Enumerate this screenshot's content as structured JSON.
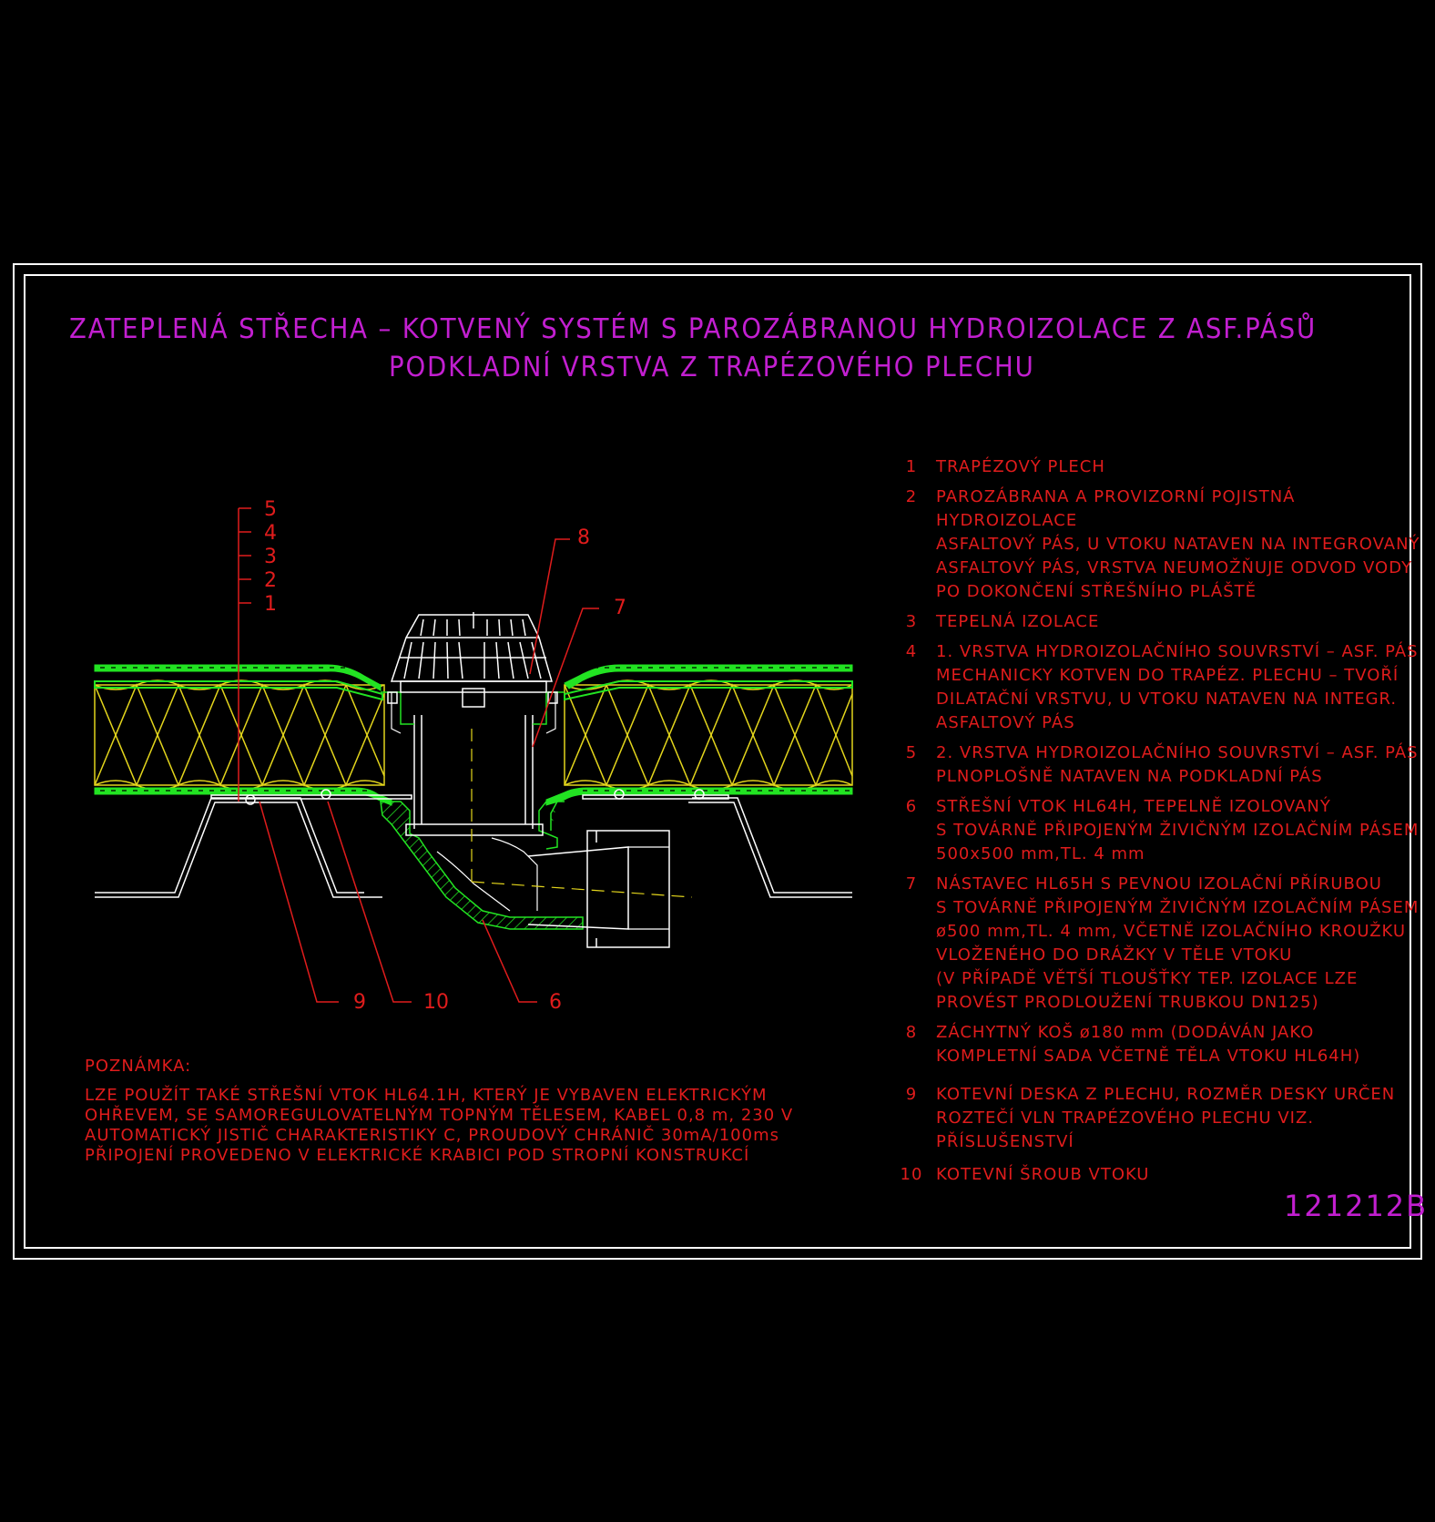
{
  "title": {
    "line1": "ZATEPLENÁ STŘECHA – KOTVENÝ SYSTÉM S PAROZÁBRANOU HYDROIZOLACE Z ASF.PÁSŮ",
    "line2": "PODKLADNÍ VRSTVA Z TRAPÉZOVÉHO PLECHU"
  },
  "callouts": [
    "1",
    "2",
    "3",
    "4",
    "5",
    "6",
    "7",
    "8",
    "9",
    "10"
  ],
  "legend": [
    {
      "num": "1",
      "text": "TRAPÉZOVÝ PLECH"
    },
    {
      "num": "2",
      "text": "PAROZÁBRANA A PROVIZORNÍ POJISTNÁ HYDROIZOLACE\nASFALTOVÝ PÁS, U VTOKU NATAVEN NA INTEGROVANÝ\nASFALTOVÝ PÁS, VRSTVA NEUMOŽŇUJE ODVOD VODY\nPO DOKONČENÍ STŘEŠNÍHO PLÁŠTĚ"
    },
    {
      "num": "3",
      "text": "TEPELNÁ IZOLACE"
    },
    {
      "num": "4",
      "text": "1. VRSTVA HYDROIZOLAČNÍHO SOUVRSTVÍ – ASF. PÁS\nMECHANICKY KOTVEN DO TRAPÉZ. PLECHU – TVOŘÍ\nDILATAČNÍ VRSTVU, U VTOKU NATAVEN NA INTEGR.\nASFALTOVÝ PÁS"
    },
    {
      "num": "5",
      "text": "2. VRSTVA HYDROIZOLAČNÍHO SOUVRSTVÍ – ASF. PÁS\nPLNOPLOŠNĚ NATAVEN NA PODKLADNÍ PÁS"
    },
    {
      "num": "6",
      "text": "STŘEŠNÍ VTOK HL64H, TEPELNĚ IZOLOVANÝ\nS TOVÁRNĚ PŘIPOJENÝM ŽIVIČNÝM IZOLAČNÍM PÁSEM\n500x500 mm,TL. 4 mm"
    },
    {
      "num": "7",
      "text": "NÁSTAVEC HL65H S PEVNOU IZOLAČNÍ PŘÍRUBOU\nS TOVÁRNĚ PŘIPOJENÝM ŽIVIČNÝM IZOLAČNÍM PÁSEM\nø500 mm,TL. 4 mm, VČETNĚ IZOLAČNÍHO KROUŽKU\nVLOŽENÉHO DO DRÁŽKY V TĚLE VTOKU\n(V PŘÍPADĚ VĚTŠÍ TLOUŠŤKY TEP. IZOLACE LZE\nPROVÉST PRODLOUŽENÍ TRUBKOU DN125)"
    },
    {
      "num": "8",
      "text": "ZÁCHYTNÝ KOŠ ø180 mm (DODÁVÁN JAKO\nKOMPLETNÍ SADA VČETNĚ TĚLA VTOKU HL64H)"
    },
    {
      "num": "9",
      "text": "KOTEVNÍ DESKA Z PLECHU, ROZMĚR DESKY URČEN\nROZTEČÍ VLN TRAPÉZOVÉHO PLECHU VIZ. PŘÍSLUŠENSTVÍ"
    },
    {
      "num": "10",
      "text": "KOTEVNÍ ŠROUB VTOKU"
    }
  ],
  "note": {
    "heading": "POZNÁMKA:",
    "body": "LZE POUŽÍT TAKÉ STŘEŠNÍ VTOK HL64.1H, KTERÝ JE VYBAVEN ELEKTRICKÝM\nOHŘEVEM, SE SAMOREGULOVATELNÝM TOPNÝM TĚLESEM, KABEL 0,8 m, 230 V\nAUTOMATICKÝ JISTIČ CHARAKTERISTIKY C, PROUDOVÝ CHRÁNIČ 30mA/100ms\nPŘIPOJENÍ PROVEDENO V ELEKTRICKÉ KRABICI POD STROPNÍ KONSTRUKCÍ"
  },
  "drawing_code": "121212B",
  "colors": {
    "background": "#000000",
    "frame": "#ffffff",
    "title": "#c21fd0",
    "text": "#e01c1c",
    "membrane": "#22e322",
    "insulation": "#e3d51c",
    "structure": "#ffffff"
  }
}
